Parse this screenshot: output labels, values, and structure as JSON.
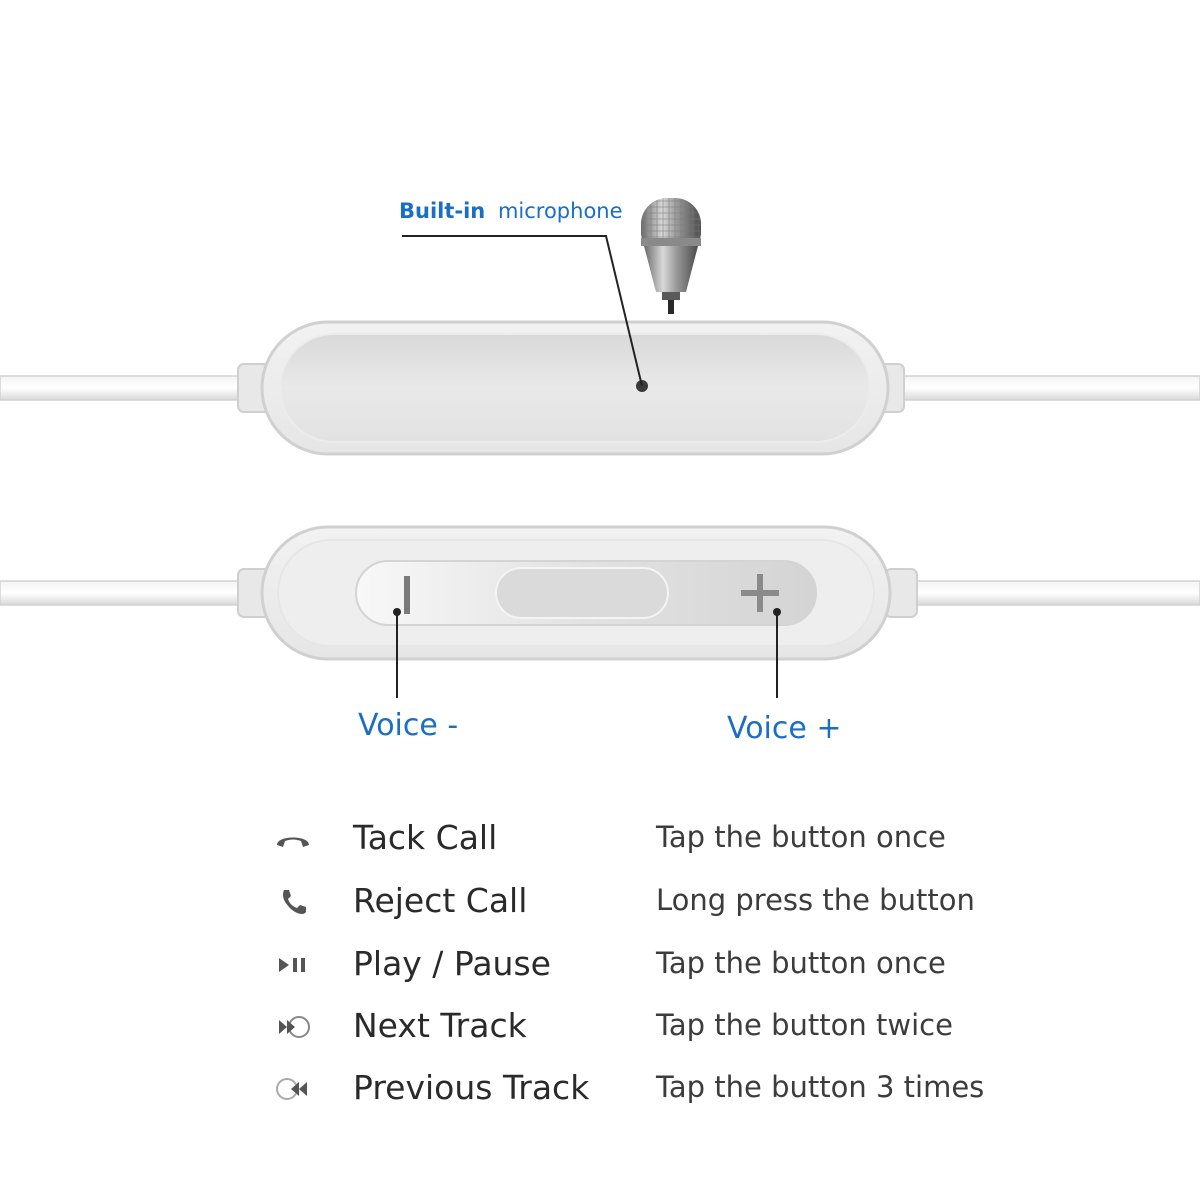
{
  "microphone_label": {
    "bold": "Built-in",
    "rest": "microphone"
  },
  "voice_minus_label": "Voice -",
  "voice_plus_label": "Voice +",
  "controls": [
    {
      "icon": "answer-call-icon",
      "action": "Tack Call",
      "how": "Tap the button once"
    },
    {
      "icon": "reject-call-icon",
      "action": "Reject Call",
      "how": "Long press the button"
    },
    {
      "icon": "play-pause-icon",
      "action": "Play / Pause",
      "how": "Tap the button once"
    },
    {
      "icon": "next-track-icon",
      "action": "Next Track",
      "how": "Tap the button twice"
    },
    {
      "icon": "previous-track-icon",
      "action": "Previous Track",
      "how": "Tap the button 3 times"
    }
  ],
  "colors": {
    "accent_blue": "#1a6fc4",
    "text_dark": "#2a2a2a",
    "device_silver": "#e3e3e3"
  }
}
